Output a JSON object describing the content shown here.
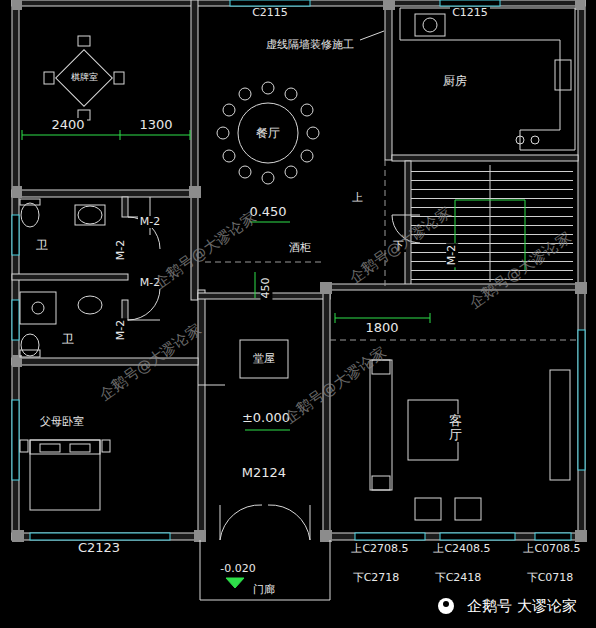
{
  "diagram": {
    "labels": [
      "C2115",
      "C1215",
      "虚线隔墙装修施工",
      "棋牌室",
      "2400",
      "1300",
      "餐厅",
      "厨房",
      "M-2",
      "M-2",
      "0.450",
      "上",
      "卫",
      "酒柜",
      "下",
      "M-2",
      "M-2",
      "450",
      "1800",
      "M-2",
      "卫",
      "堂屋",
      "客厅",
      "±0.000",
      "父母卧室",
      "M2124",
      "C2123",
      "上C2708.5",
      "上C2408.5",
      "上C0708.5",
      "下C2718",
      "下C2418",
      "下C0718",
      "-0.020",
      "门廊",
      "企鹅号@大谬论家",
      "企鹅号@大谬论家",
      "企鹅号@大谬论家",
      "企鹅号@大谬论家",
      "企鹅号@大谬论家",
      "企鹅号 大谬论家"
    ]
  }
}
